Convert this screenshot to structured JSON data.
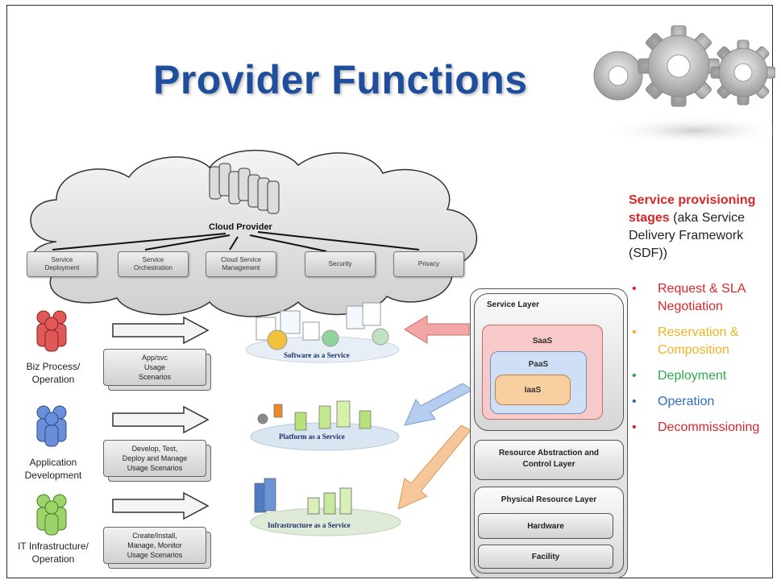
{
  "title": "Provider Functions",
  "cloud": {
    "label": "Cloud Provider",
    "functions": [
      {
        "line1": "Service",
        "line2": "Deployment"
      },
      {
        "line1": "Service",
        "line2": "Orchestration"
      },
      {
        "line1": "Cloud Service",
        "line2": "Management"
      },
      {
        "line1": "Security",
        "line2": ""
      },
      {
        "line1": "Privacy",
        "line2": ""
      }
    ]
  },
  "roles": [
    {
      "line1": "Biz Process/",
      "line2": "Operation",
      "color": "#e05858"
    },
    {
      "line1": "Application",
      "line2": "Development",
      "color": "#6a8fd8"
    },
    {
      "line1": "IT Infrastructure/",
      "line2": "Operation",
      "color": "#9dd46a"
    }
  ],
  "scenarios": [
    {
      "line1": "App/svc",
      "line2": "Usage",
      "line3": "Scenarios"
    },
    {
      "line1": "Develop, Test,",
      "line2": "Deploy and Manage",
      "line3": "Usage Scenarios"
    },
    {
      "line1": "Create/Install,",
      "line2": "Manage, Monitor",
      "line3": "Usage Scenarios"
    }
  ],
  "service_clouds": [
    {
      "label": "Software as a Service"
    },
    {
      "label": "Platform as a Service"
    },
    {
      "label": "Infrastructure as a Service"
    }
  ],
  "stack": {
    "service_layer": "Service Layer",
    "saas": "SaaS",
    "paas": "PaaS",
    "iaas": "IaaS",
    "resource_abstraction_line1": "Resource Abstraction and",
    "resource_abstraction_line2": "Control Layer",
    "physical": "Physical Resource Layer",
    "hardware": "Hardware",
    "facility": "Facility"
  },
  "right_panel": {
    "heading_line1": "Service provisioning",
    "heading_line2_red": "stages",
    "heading_line2_rest": " (aka Service",
    "heading_line3": "Delivery Framework",
    "heading_line4": "(SDF))",
    "bullet_glyph": "•",
    "stages": [
      {
        "line1": "Request & SLA",
        "line2": "Negotiation",
        "color": "#d8262a"
      },
      {
        "line1": "Reservation &",
        "line2": "Composition",
        "color": "#f0b323"
      },
      {
        "line1": "Deployment",
        "line2": "",
        "color": "#2eaa4a"
      },
      {
        "line1": "Operation",
        "line2": "",
        "color": "#2f6fbf"
      },
      {
        "line1": "Decommissioning",
        "line2": "",
        "color": "#d8262a"
      }
    ]
  },
  "colors": {
    "title": "#1f4e9c",
    "saas_fill": "#f7c9c9",
    "paas_fill": "#cfe0f6",
    "iaas_fill": "#f8cfa0",
    "arrow_pink": "#f2a6a6",
    "arrow_blue": "#b6cdf0",
    "arrow_orange": "#f6c79a"
  }
}
